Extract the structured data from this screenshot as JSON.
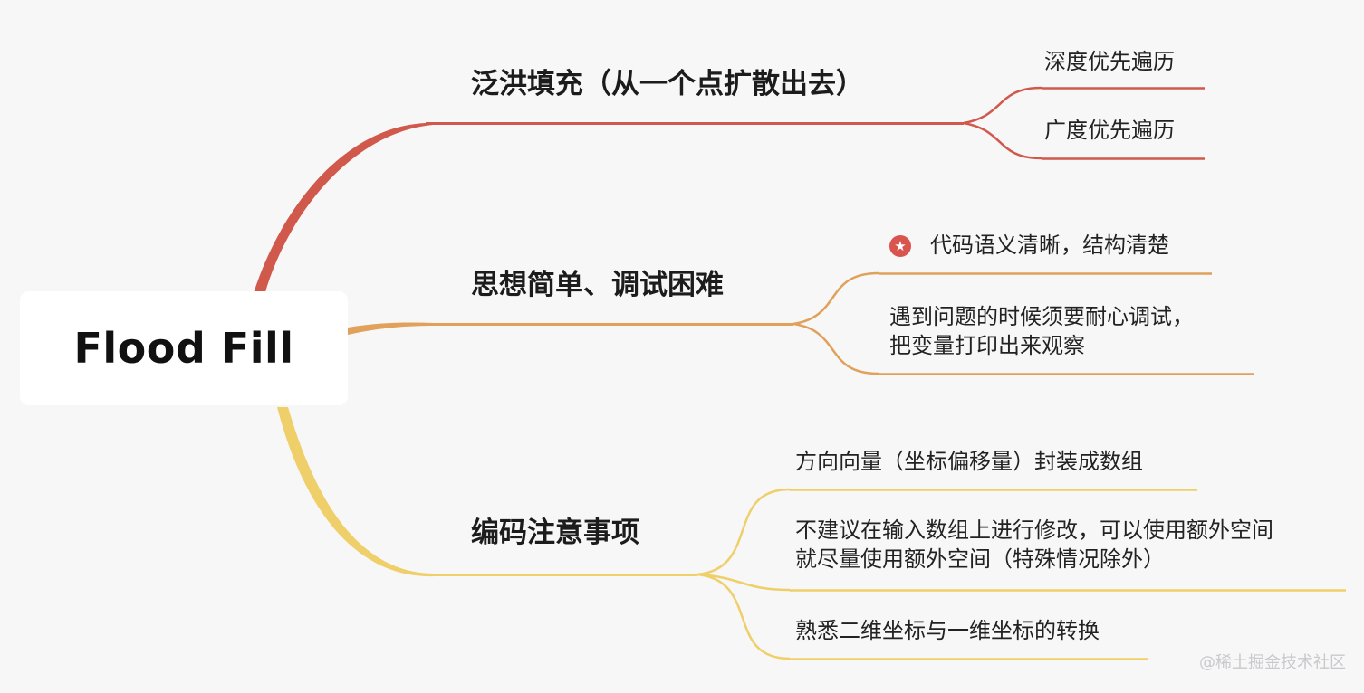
{
  "root": {
    "label": "Flood Fill"
  },
  "colors": {
    "red": "#d0594c",
    "orange": "#e1a15a",
    "yellow": "#efcf6a"
  },
  "branches": [
    {
      "label": "泛洪填充（从一个点扩散出去）",
      "color": "#d0594c",
      "leaves": [
        {
          "lines": [
            "深度优先遍历"
          ]
        },
        {
          "lines": [
            "广度优先遍历"
          ]
        }
      ]
    },
    {
      "label": "思想简单、调试困难",
      "color": "#e1a15a",
      "leaves": [
        {
          "lines": [
            "代码语义清晰，结构清楚"
          ],
          "icon": "star-icon"
        },
        {
          "lines": [
            "遇到问题的时候须要耐心调试，",
            "把变量打印出来观察"
          ]
        }
      ]
    },
    {
      "label": "编码注意事项",
      "color": "#efcf6a",
      "leaves": [
        {
          "lines": [
            "方向向量（坐标偏移量）封装成数组"
          ]
        },
        {
          "lines": [
            "不建议在输入数组上进行修改，可以使用额外空间",
            "就尽量使用额外空间（特殊情况除外）"
          ]
        },
        {
          "lines": [
            "熟悉二维坐标与一维坐标的转换"
          ]
        }
      ]
    }
  ],
  "watermark": "@稀土掘金技术社区"
}
